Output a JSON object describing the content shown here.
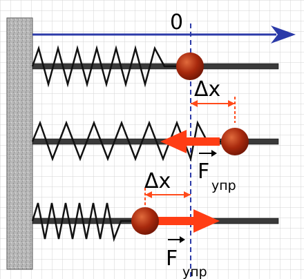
{
  "colors": {
    "background": "#ffffff",
    "grid": "#d3d3d3",
    "axis": "#2b3aa8",
    "equilibrium_line": "#2b3aa8",
    "wall": "#b8b8b8",
    "rod": "#3a3a3a",
    "spring": "#111111",
    "ball": "#a8290d",
    "ball_highlight": "#e06a3c",
    "force_arrow": "#ff3d14",
    "dimension_arrow": "#ff4a1a",
    "text": "#000000"
  },
  "icons": {
    "axis_arrow": "axis-arrow-icon",
    "force_arrow": "force-arrow-icon",
    "vector_mark": "vector-arrow-icon"
  },
  "labels": {
    "origin": "0",
    "displacement": "Δx",
    "force_symbol": "F",
    "force_subscript": "упр"
  },
  "springs": [
    {
      "state": "equilibrium",
      "coils": 7
    },
    {
      "state": "stretched",
      "coils": 7
    },
    {
      "state": "compressed",
      "coils": 9
    }
  ]
}
